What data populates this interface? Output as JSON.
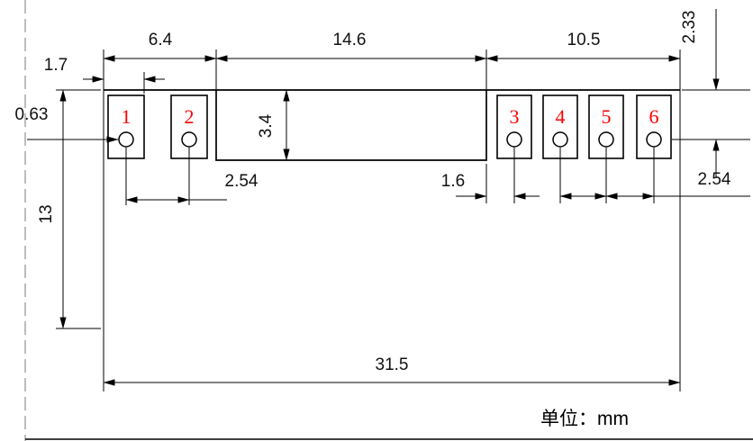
{
  "drawing": {
    "unit_label": "单位：mm",
    "pads": [
      {
        "number": "1"
      },
      {
        "number": "2"
      },
      {
        "number": "3"
      },
      {
        "number": "4"
      },
      {
        "number": "5"
      },
      {
        "number": "6"
      }
    ],
    "dimensions": {
      "left_section_width": "6.4",
      "middle_section_width": "14.6",
      "right_section_width": "10.5",
      "left_edge_to_pad1": "1.7",
      "hole_diameter": "0.63",
      "middle_section_depth": "3.4",
      "left_pad_pitch": "2.54",
      "edge_to_pad3": "1.6",
      "right_pad_pitch": "2.54",
      "top_to_hole_center": "2.33",
      "board_height": "13",
      "total_width": "31.5"
    },
    "colors": {
      "line": "#000000",
      "pad_number": "#ff0000",
      "dim_text": "#111111"
    }
  }
}
